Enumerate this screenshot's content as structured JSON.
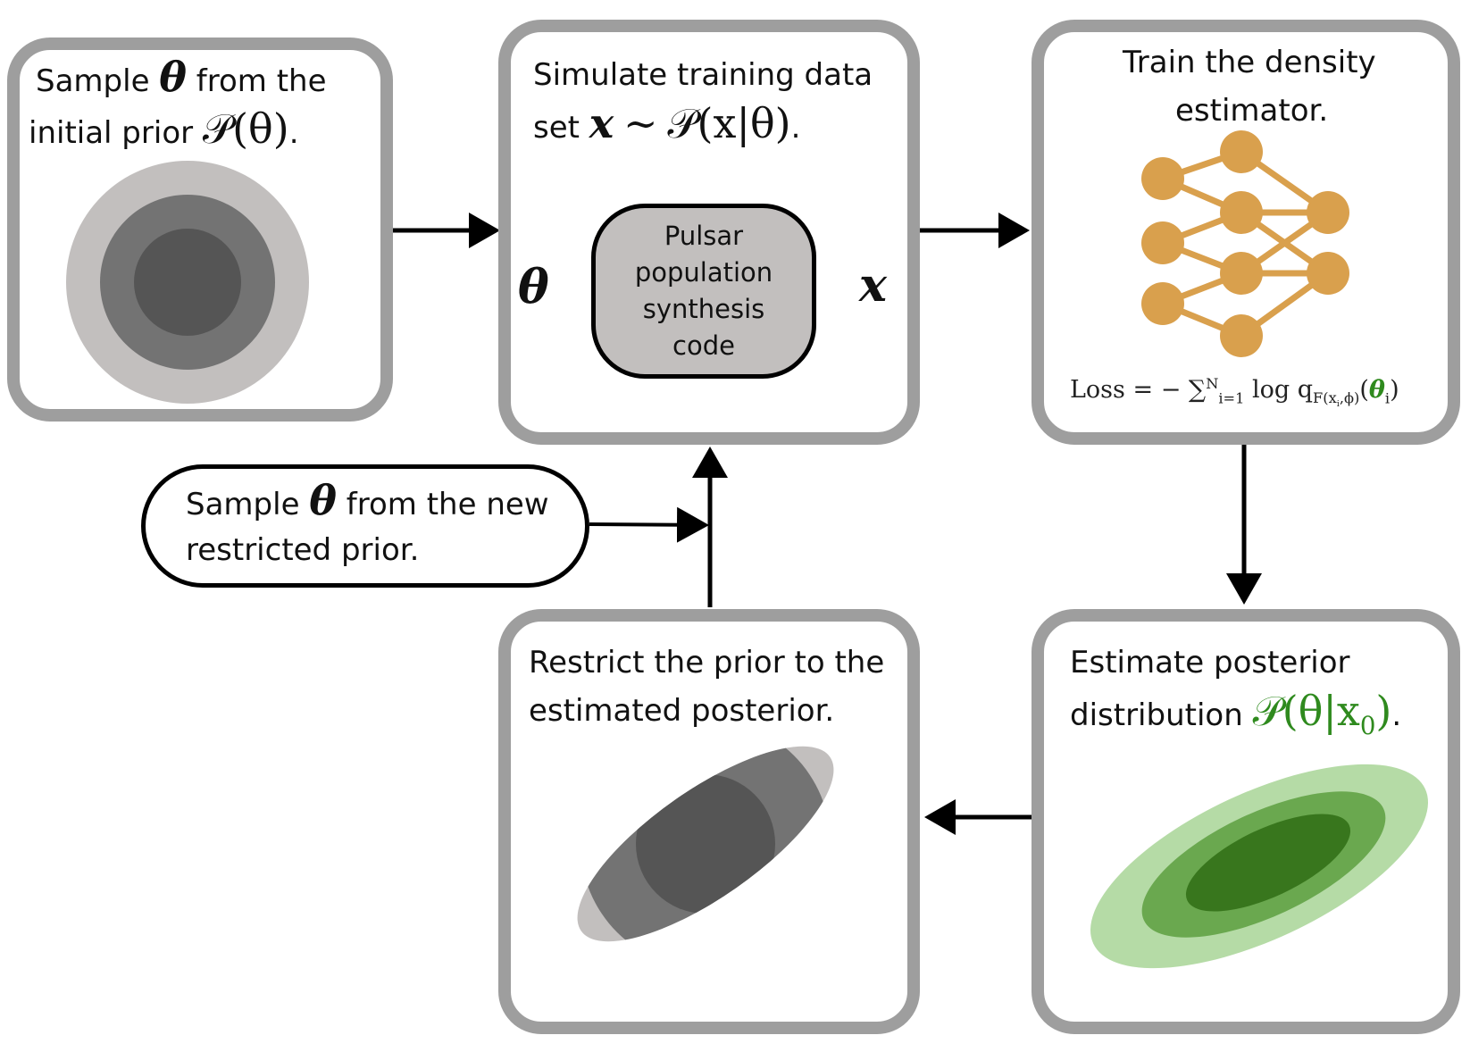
{
  "boxes": {
    "initial_prior": {
      "line1_pre": "Sample",
      "theta": "θ",
      "line1_post": "from the",
      "line2_pre": "initial prior",
      "prior_expr": "𝒫(θ)",
      "line2_end": "."
    },
    "simulate": {
      "line1": "Simulate training data",
      "line2_pre": "set",
      "x": "x",
      "sim": "∼",
      "p_expr": "𝒫(x|θ)",
      "end": "."
    },
    "train": {
      "line1": "Train the density",
      "line2": "estimator."
    },
    "estimate": {
      "line1": "Estimate posterior",
      "line2_pre": "distribution",
      "p_expr": "𝒫(θ|x",
      "p_sub": "0",
      "p_close": ")",
      "end": "."
    },
    "restrict": {
      "line1": "Restrict the prior to the",
      "line2": "estimated posterior."
    },
    "new_prior": {
      "line1_pre": "Sample",
      "theta": "θ",
      "line1_post": "from the new",
      "line2": "restricted prior."
    }
  },
  "simulator": {
    "label_lines": [
      "Pulsar",
      "population",
      "synthesis",
      "code"
    ],
    "input": "θ",
    "output": "x"
  },
  "loss": {
    "lhs": "Loss",
    "eq": "= − ∑",
    "sum_sup": "N",
    "sum_sub": "i=1",
    "log": "log q",
    "q_sub": "F(x",
    "q_sub_i": "i",
    "q_sub_end": ",ϕ)",
    "arg_open": "(",
    "arg": "θ",
    "arg_sub": "i",
    "arg_close": ")"
  },
  "colors": {
    "box_border": "#9e9e9e",
    "prior_outer": "#c2bfbe",
    "prior_mid": "#737373",
    "prior_inner": "#555555",
    "nn_node": "#d9a04d",
    "post_outer": "#b5dba6",
    "post_mid": "#6aa84f",
    "post_inner": "#38761d",
    "math_green": "#2f8a1e"
  }
}
